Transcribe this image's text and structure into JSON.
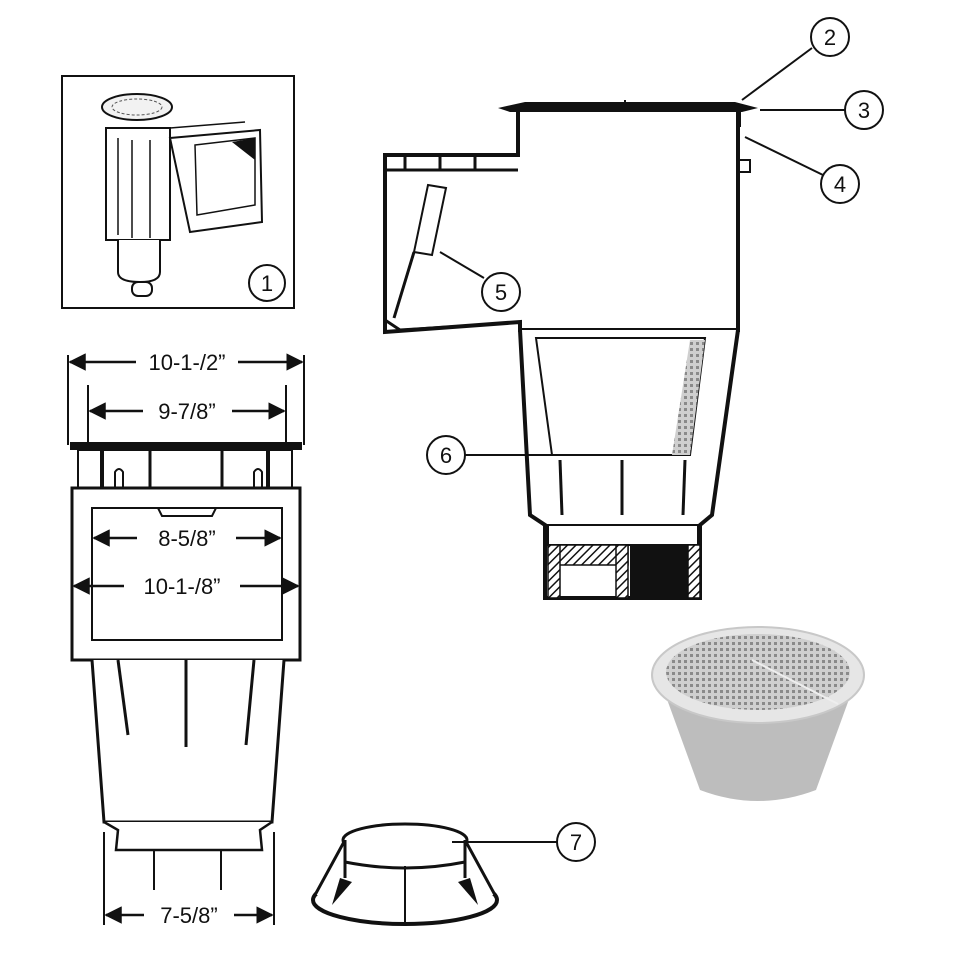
{
  "diagram": {
    "subject": "Pool skimmer parts diagram",
    "colors": {
      "ink": "#111111",
      "background": "#ffffff",
      "basket_fill": "#d9d9d9",
      "basket_rim": "#ececec"
    },
    "callouts": [
      {
        "id": "1",
        "label": "1",
        "part": "skimmer-assembly"
      },
      {
        "id": "2",
        "label": "2",
        "part": "lid"
      },
      {
        "id": "3",
        "label": "3",
        "part": "collar-rim"
      },
      {
        "id": "4",
        "label": "4",
        "part": "collar-gasket"
      },
      {
        "id": "5",
        "label": "5",
        "part": "weir-door"
      },
      {
        "id": "6",
        "label": "6",
        "part": "basket-seat"
      },
      {
        "id": "7",
        "label": "7",
        "part": "equalizer-float-valve"
      }
    ],
    "dimensions": {
      "top_outer": "10-1-/2”",
      "top_inner": "9-7/8”",
      "mouth_inner": "8-5/8”",
      "mouth_outer": "10-1-/8”",
      "bottom": "7-5/8”"
    }
  }
}
